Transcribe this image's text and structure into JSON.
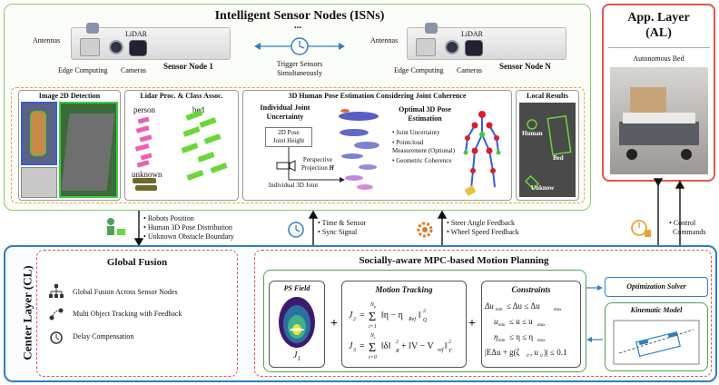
{
  "isn": {
    "title": "Intelligent Sensor Nodes (ISNs)",
    "node1": {
      "name": "Sensor Node 1",
      "antennas": "Antennas",
      "lidar": "LiDAR",
      "edge": "Edge Computing",
      "cameras": "Cameras"
    },
    "nodeN": {
      "name": "Sensor Node N",
      "antennas": "Antennas",
      "lidar": "LiDAR",
      "edge": "Edge Computing",
      "cameras": "Cameras"
    },
    "dots": "...",
    "trigger": "Trigger Sensors Simultaneously",
    "panels": {
      "detection": "Image 2D Detection",
      "lidar_proc": "Lidar Proc. & Class Assoc.",
      "lidar_person": "person",
      "lidar_bed": "bed",
      "lidar_unknown": "unknown",
      "pose_title": "3D Human Pose Estimation Considering Joint Coherence",
      "indiv_title": "Individual Joint Uncertainty",
      "pose_box_line1": "2D Pose",
      "pose_box_line2": "Joint Height",
      "persp_line1": "Perspective",
      "persp_line2": "Projection",
      "persp_symbol": "H",
      "indiv_joint": "Individual 3D Joint",
      "optimal_title": "Optimal 3D Pose Estimation",
      "optimal_bullets": [
        "Joint Uncertainty",
        "Pointcloud Measurement (Optional)",
        "Geometric Coherence"
      ],
      "local_title": "Local Results",
      "local_human": "Human",
      "local_bed": "Bed",
      "local_unknown": "Unknow"
    }
  },
  "app": {
    "title_line1": "App. Layer",
    "title_line2": "(AL)",
    "bed_label": "Autonomous Bed"
  },
  "flows": {
    "to_cl": [
      "Robots Position",
      "Human 3D Pose Distribution",
      "Unknown Obstacle Boundary"
    ],
    "time_sync": [
      "Time & Sensor",
      "Sync Signal"
    ],
    "feedback": [
      "Steer Angle Feedback",
      "Wheel Speed Feedback"
    ],
    "control": [
      "Control",
      "Commands"
    ]
  },
  "cl": {
    "title": "Center Layer (CL)",
    "global_fusion": {
      "title": "Global Fusion",
      "items": [
        "Global Fusion Across Sensor Nodes",
        "Multi Object Tracking with Feedback",
        "Delay Compensation"
      ]
    },
    "mpc": {
      "title": "Socially-aware MPC-based Motion Planning",
      "ps_field": "PS Field",
      "j1": "J",
      "j1_sub": "1",
      "motion_tracking": "Motion Tracking",
      "constraints": "Constraints",
      "opt_solver": "Optimization Solver",
      "kinematic": "Kinematic Model",
      "plus": "+"
    }
  },
  "colors": {
    "isn_border": "#8cc76a",
    "app_border": "#e0554d",
    "cl_border": "#2f7fc1",
    "orange_dash": "#e8a33c",
    "green_box": "#4aa35a"
  }
}
